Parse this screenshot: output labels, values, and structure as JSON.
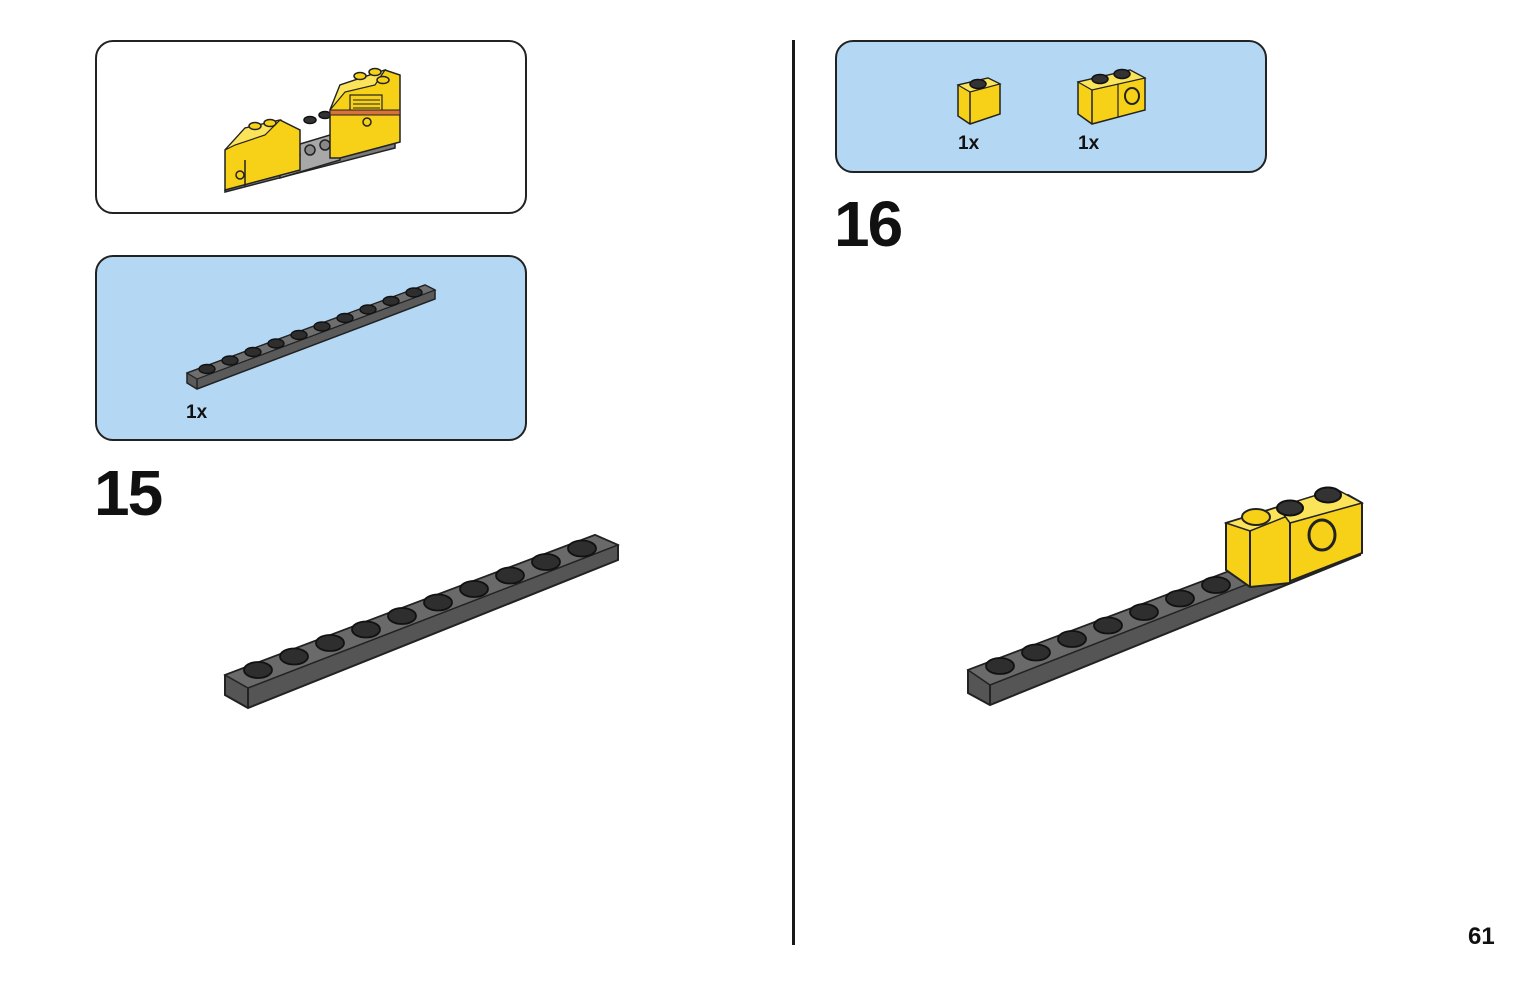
{
  "left_page": {
    "preview_box": {
      "icon": "assembled-model-preview"
    },
    "parts_box": {
      "parts": [
        {
          "icon": "dark-gray-1x10-plate",
          "quantity": "1x"
        }
      ]
    },
    "step": {
      "number": "15",
      "icon": "dark-gray-1x10-plate-build"
    }
  },
  "right_page": {
    "parts_box": {
      "parts": [
        {
          "icon": "yellow-1x1-brick",
          "quantity": "1x"
        },
        {
          "icon": "yellow-1x2-technic-brick-with-hole",
          "quantity": "1x"
        }
      ]
    },
    "step": {
      "number": "16",
      "icon": "plate-with-yellow-bricks-build"
    }
  },
  "page_number": "61",
  "colors": {
    "parts_box_bg": "#b4d7f3",
    "brick_yellow": "#f7d117",
    "plate_dark_gray": "#5a5a5a",
    "outline": "#222222"
  }
}
